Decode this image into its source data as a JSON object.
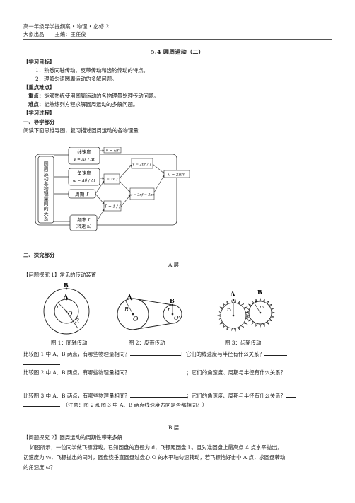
{
  "header": {
    "line1": "高一年级导学提纲案 • 物理 • 必修 2",
    "line2": "大象出品　　主编：王任俊"
  },
  "title": "5.4 圆周运动（二）",
  "goals": {
    "heading": "【学习目标】",
    "items": [
      "1．熟悉同轴传动、皮带传动和齿轮传动的特点。",
      "2．理解匀速圆周运动的多解问题。"
    ]
  },
  "keypoints": {
    "heading": "【重点难点】",
    "focus_label": "重点：",
    "focus_text": "能够熟练使用圆周运动的各物理量处理传动问题。",
    "difficulty_label": "难点：",
    "difficulty_text": "能熟练列方程求解圆周运动的多解问题。"
  },
  "process_heading": "【学习过程】",
  "part1": {
    "heading": "一、导学部分",
    "intro": "阅读下面思维导图，复习描述圆周运动的各物理量"
  },
  "mindmap": {
    "root": "圆周运动各物理量间的关系",
    "linear_speed_label": "线速度",
    "linear_speed_formula": "v = Δs / Δt",
    "angular_speed_label": "角速度",
    "angular_speed_formula": "ω = Δθ / Δt",
    "period_label": "周期 T",
    "frequency_label": "频率 f",
    "frequency_sub": "（转速 n）",
    "v_eq_rw": "v = ωr",
    "w_eq_2pi_T": "ω = 2π / T",
    "T_eq_1_f": "T = 1 / f",
    "v_eq_2pir_T": "v = 2πr / T",
    "w_eq_2pif": "ω = 2πf = 2πn",
    "v_eq_2pirn": "v = 2πrn"
  },
  "part2": {
    "heading": "二、探究部分",
    "level_a": "A 层",
    "explore1_heading": "【问题探究 1】常见的传动装置",
    "fig1_caption": "图 1：同轴传动",
    "fig2_caption": "图 2：皮带传动",
    "fig3_caption": "图 3：齿轮传动",
    "q1": "比较图 1 中 A、B 两点，有哪些物理量相同？",
    "q1_tail": "；它们的线速度与半径有什么关系？",
    "q2": "比较图 2 中 A、B 两点，有哪些物理量相同？",
    "q2_tail": "；它们的角速度、周期与半径有什么关系？",
    "q3": "比较图 3 中 A、B 两点，有哪些物理量相同？",
    "q3_tail": "；它们的角速度、周期与半径有什么关系？",
    "note": "（注意：图 2 和图 3 中 A、B 两点线速度方向是否都相同？）",
    "level_b": "B 层",
    "explore2_heading": "【问题探究 2】圆周运动的周期性带来多解",
    "explore2_line1": "如图所示，一位同学做飞镖游戏，已知圆盘的直径为 d，飞镖距圆盘 L，且对准圆盘上最高点 A 点水平抛出，",
    "explore2_line2": "初速度为 v₀，飞镖抛出的同时，圆盘绕垂直圆盘过盘心 O 的水平轴匀速转动，若飞镖恰好击中 A 点，求圆盘转动",
    "explore2_line3": "的角速度 ω？"
  },
  "figures": {
    "fig1_labels": {
      "b": "B",
      "a": "A",
      "r": "r",
      "o": "O",
      "R": "R"
    },
    "fig2_labels": {
      "a": "A",
      "b": "B",
      "R": "R",
      "o": "O",
      "r": "r",
      "o2": "O'"
    },
    "fig3_labels": {
      "a": "A",
      "b": "B",
      "r1": "r₁",
      "r2": "r₂"
    }
  }
}
